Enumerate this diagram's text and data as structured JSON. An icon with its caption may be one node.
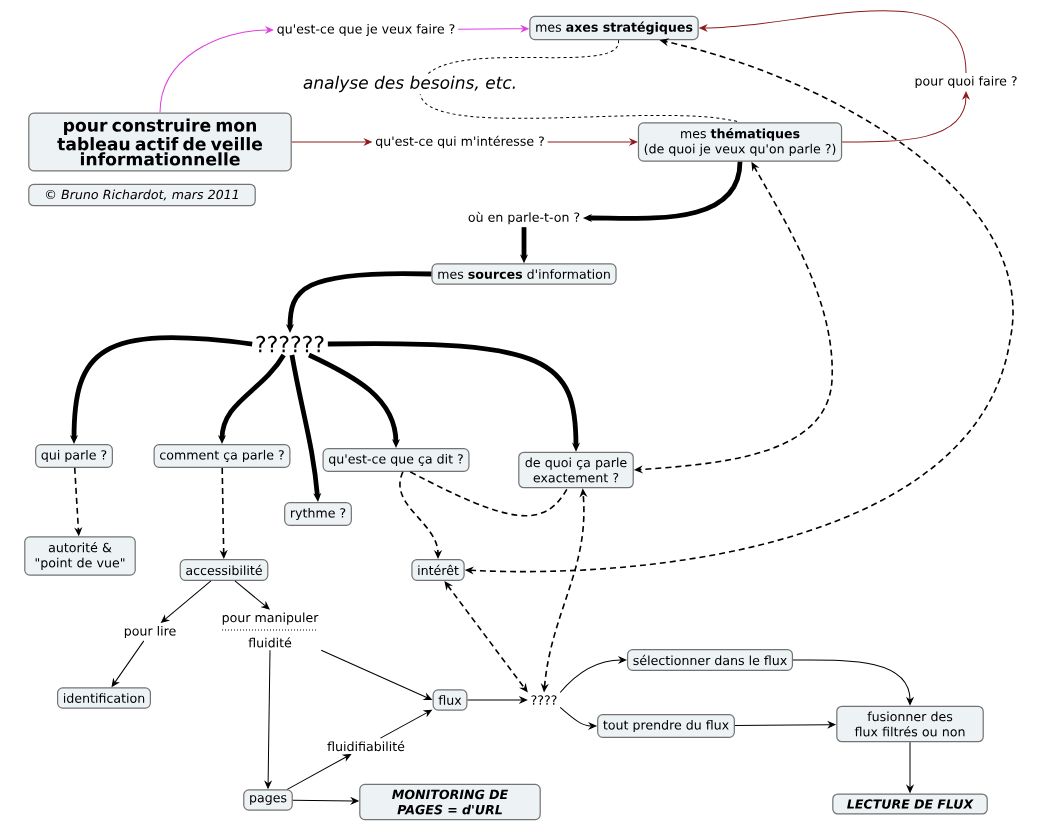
{
  "diagram": {
    "nodes": [
      {
        "text": [
          "pour construire mon tableau actif de veille informationnelle"
        ]
      },
      {
        "text": [
          "© Bruno Richardot, mars 2011"
        ]
      },
      {
        "text": [
          "qu'est-ce que je veux faire ?"
        ]
      },
      {
        "text": [
          "mes **axes stratégiques**"
        ]
      },
      {
        "text": [
          "qu'est-ce qui m'intéresse ?"
        ]
      },
      {
        "text": [
          "mes **thématiques**",
          "(de quoi je veux qu'on parle ?)"
        ]
      },
      {
        "text": [
          "pour quoi faire ?"
        ]
      },
      {
        "text": [
          "où en parle-t-on ?"
        ]
      },
      {
        "text": [
          "mes **sources** d'information"
        ]
      },
      {
        "text": [
          "??????"
        ]
      },
      {
        "text": [
          "qui parle ?"
        ]
      },
      {
        "text": [
          "comment ça parle ?"
        ]
      },
      {
        "text": [
          "rythme ?"
        ]
      },
      {
        "text": [
          "qu'est-ce que ça dit ?"
        ]
      },
      {
        "text": [
          "de quoi ça parle exactement ?"
        ]
      },
      {
        "text": [
          "autorité & \"point de vue\""
        ]
      },
      {
        "text": [
          "accessibilité"
        ]
      },
      {
        "text": [
          "intérêt"
        ]
      },
      {
        "text": [
          "pour lire"
        ]
      },
      {
        "text": [
          "pour manipuler",
          "fluidité"
        ]
      },
      {
        "text": [
          "identification"
        ]
      },
      {
        "text": [
          "flux"
        ]
      },
      {
        "text": [
          "????"
        ]
      },
      {
        "text": [
          "fluidifiabilité"
        ]
      },
      {
        "text": [
          "pages"
        ]
      },
      {
        "text": [
          "MONITORING DE PAGES = d'URL"
        ]
      },
      {
        "text": [
          "sélectionner dans le flux"
        ]
      },
      {
        "text": [
          "tout prendre du flux"
        ]
      },
      {
        "text": [
          "fusionner des flux filtrés ou non"
        ]
      },
      {
        "text": [
          "LECTURE DE FLUX"
        ]
      }
    ],
    "edges": [
      {
        "from": 0,
        "to": 2,
        "arrow": "to",
        "color": "#e040e0"
      },
      {
        "from": 2,
        "to": 3,
        "arrow": "to",
        "color": "#e040e0"
      },
      {
        "from": 0,
        "to": 4,
        "arrow": "to",
        "color": "#8b1a1a"
      },
      {
        "from": 4,
        "to": 5,
        "arrow": "to",
        "color": "#8b1a1a"
      },
      {
        "from": 5,
        "to": 6,
        "arrow": "to",
        "color": "#8b1a1a"
      },
      {
        "from": 6,
        "to": 3,
        "arrow": "to",
        "color": "#8b1a1a"
      },
      {
        "from": 3,
        "to": 5,
        "arrow": "none",
        "style": "dashed",
        "label": "analyse des besoins, etc."
      },
      {
        "from": 5,
        "to": 7,
        "arrow": "to",
        "style": "thick"
      },
      {
        "from": 7,
        "to": 8,
        "arrow": "to",
        "style": "thick"
      },
      {
        "from": 8,
        "to": 9,
        "arrow": "to",
        "style": "thick"
      },
      {
        "from": 9,
        "to": 10,
        "arrow": "to",
        "style": "thick"
      },
      {
        "from": 9,
        "to": 11,
        "arrow": "to",
        "style": "thick"
      },
      {
        "from": 9,
        "to": 12,
        "arrow": "to",
        "style": "thick"
      },
      {
        "from": 9,
        "to": 13,
        "arrow": "to",
        "style": "thick"
      },
      {
        "from": 9,
        "to": 14,
        "arrow": "to",
        "style": "thick"
      },
      {
        "from": 10,
        "to": 15,
        "arrow": "to",
        "style": "dashed"
      },
      {
        "from": 11,
        "to": 16,
        "arrow": "to",
        "style": "dashed"
      },
      {
        "from": 13,
        "to": 17,
        "arrow": "to",
        "style": "dashed"
      },
      {
        "from": 13,
        "to": 14,
        "arrow": "none",
        "style": "dashed"
      },
      {
        "from": 22,
        "to": 14,
        "arrow": "both",
        "style": "dashed"
      },
      {
        "from": 17,
        "to": 3,
        "arrow": "both",
        "style": "dashed"
      },
      {
        "from": 5,
        "to": 14,
        "arrow": "both",
        "style": "dashed"
      },
      {
        "from": 17,
        "to": 22,
        "arrow": "both",
        "style": "dashed"
      },
      {
        "from": 16,
        "to": 18,
        "arrow": "to"
      },
      {
        "from": 18,
        "to": 20,
        "arrow": "to"
      },
      {
        "from": 16,
        "to": 19,
        "arrow": "to"
      },
      {
        "from": 19,
        "to": 21,
        "arrow": "to"
      },
      {
        "from": 19,
        "to": 24,
        "arrow": "to"
      },
      {
        "from": 24,
        "to": 23,
        "arrow": "to"
      },
      {
        "from": 23,
        "to": 21,
        "arrow": "to"
      },
      {
        "from": 24,
        "to": 25,
        "arrow": "to"
      },
      {
        "from": 21,
        "to": 22,
        "arrow": "to"
      },
      {
        "from": 22,
        "to": 26,
        "arrow": "to"
      },
      {
        "from": 22,
        "to": 27,
        "arrow": "to"
      },
      {
        "from": 26,
        "to": 28,
        "arrow": "to"
      },
      {
        "from": 27,
        "to": 28,
        "arrow": "to"
      },
      {
        "from": 28,
        "to": 29,
        "arrow": "to"
      }
    ]
  }
}
